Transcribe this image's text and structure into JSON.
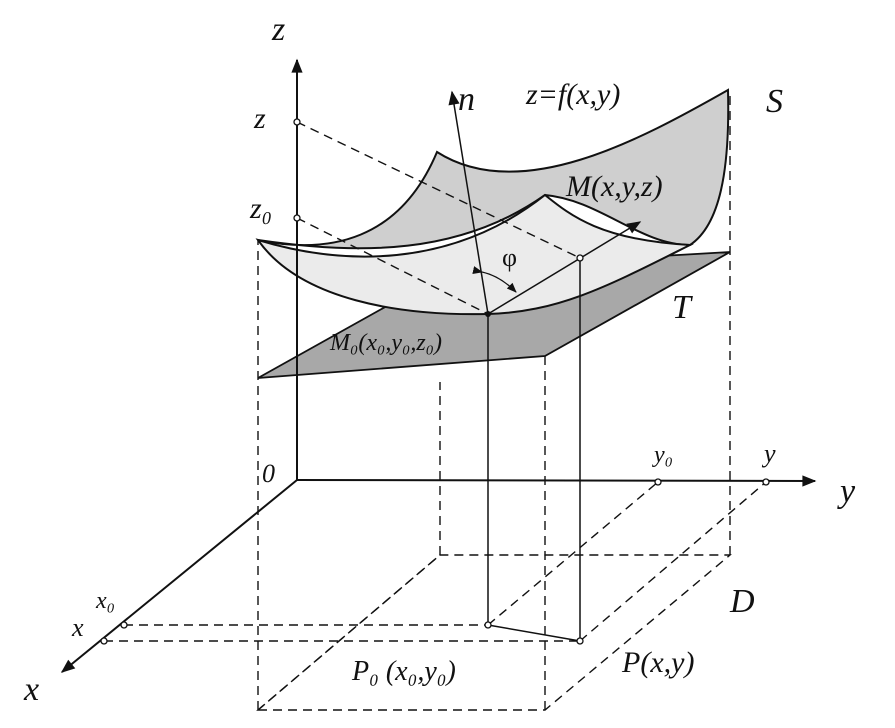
{
  "labels": {
    "z_axis": "z",
    "z_tick": "z",
    "z0_tick": "z₀",
    "n_vector": "n",
    "surface_eq": "z=f(x,y)",
    "surface_name": "S",
    "point_m": "M(x,y,z)",
    "angle": "φ",
    "plane_name": "T",
    "point_m0": "M₀(x₀,y₀,z₀)",
    "origin": "0",
    "y0_tick": "y₀",
    "y_tick": "y",
    "y_axis": "y",
    "x0_tick": "x₀",
    "x_tick": "x",
    "x_axis": "x",
    "domain_name": "D",
    "point_p0": "P₀ (x₀,y₀)",
    "point_p": "P(x,y)"
  },
  "colors": {
    "surface_back": "#cfcfcf",
    "surface_front": "#ebebeb",
    "tangent_plane": "#a8a8a8",
    "ink": "#111111"
  }
}
